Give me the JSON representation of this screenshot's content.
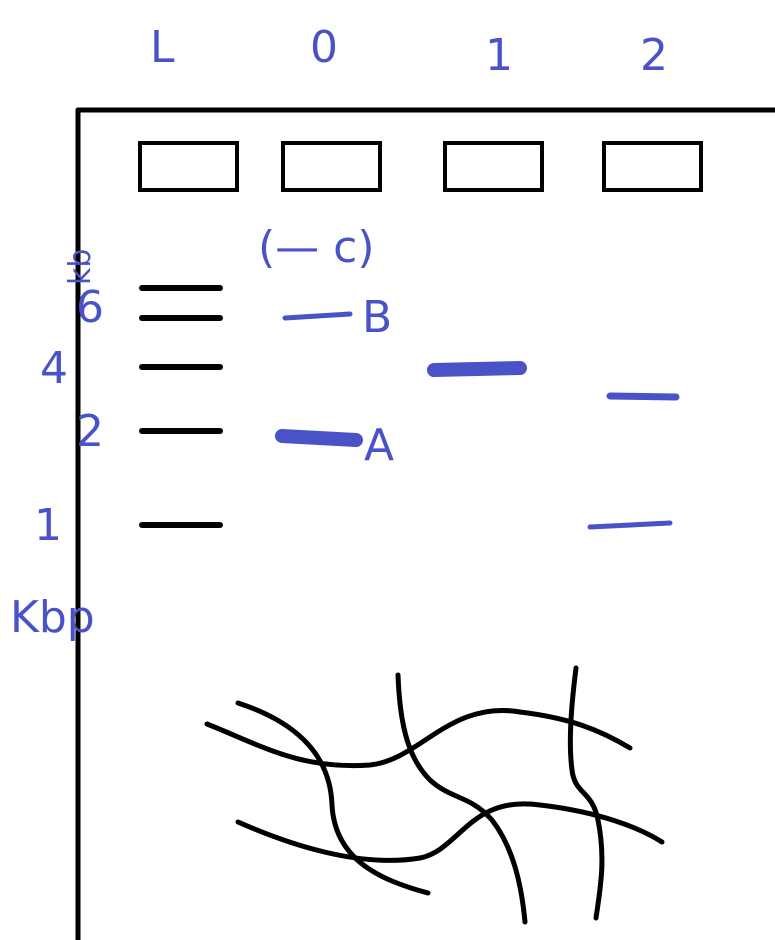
{
  "ink": {
    "blue": "#4a52c8",
    "black": "#000000"
  },
  "lane_labels": [
    "L",
    "0",
    "1",
    "2"
  ],
  "ladder": {
    "unit_label": "Kbp",
    "size_labels": [
      "6",
      "4",
      "2",
      "1"
    ],
    "top_annotation": "kb"
  },
  "lane0": {
    "group_label": "(— c)",
    "band_labels": [
      "B",
      "A"
    ]
  },
  "notes": {
    "gel_bottom": "tangled DNA strands drawn below the bands"
  }
}
